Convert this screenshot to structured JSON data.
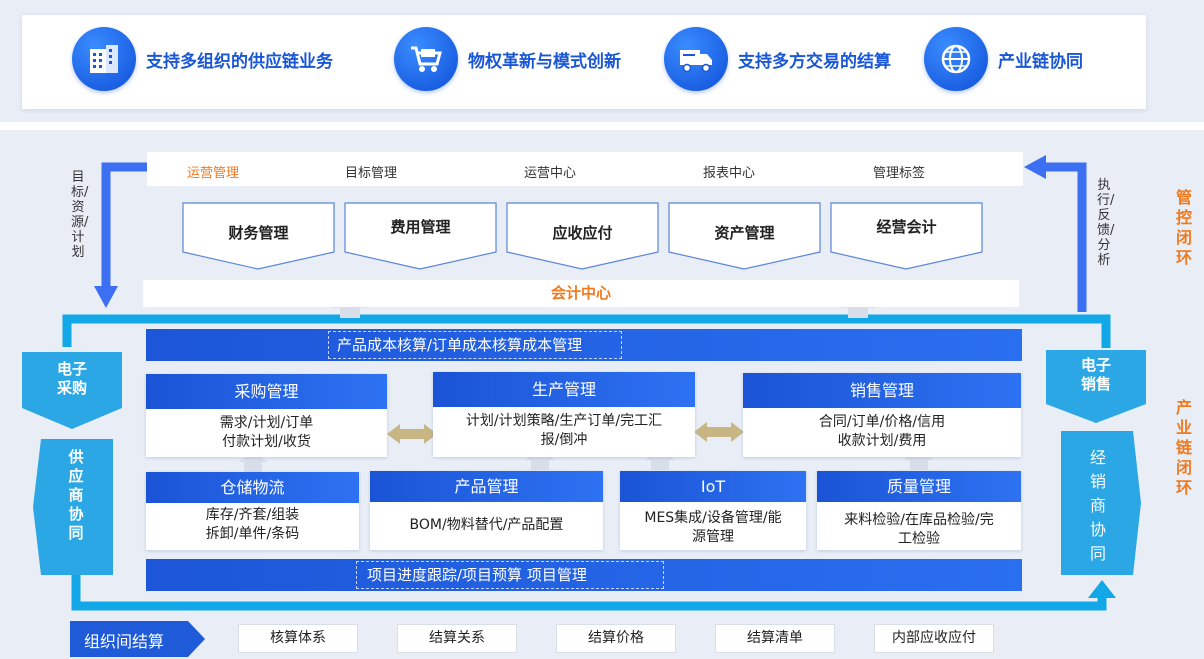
{
  "features": [
    {
      "label": "支持多组织的供应链业务",
      "icon": "buildings-icon"
    },
    {
      "label": "物权革新与模式创新",
      "icon": "cart-icon"
    },
    {
      "label": "支持多方交易的结算",
      "icon": "truck-icon"
    },
    {
      "label": "产业链协同",
      "icon": "globe-icon"
    }
  ],
  "management": {
    "tabs": [
      "运营管理",
      "目标管理",
      "运营中心",
      "报表中心",
      "管理标签"
    ],
    "active_tab_color": "#f07a1f",
    "modules": [
      "财务管理",
      "费用管理",
      "应收应付",
      "资产管理",
      "经营会计"
    ],
    "accounting_center": "会计中心"
  },
  "left_vertical_label": "目标/资源/计划",
  "right_vertical_label": "执行/反馈/分析",
  "loop_labels": {
    "top": "管控闭环",
    "bottom": "产业链闭环"
  },
  "side_modules": {
    "e_procurement": "电子\n采购",
    "supplier_collab": "供\n应\n商\n协\n同",
    "e_sales": "电子\n销售",
    "dealer_collab": "经\n销\n商\n协\n同"
  },
  "cost_bar": {
    "dashed": "产品成本核算/订单成本核算",
    "title": "成本管理"
  },
  "modules": {
    "purchase": {
      "title": "采购管理",
      "body": "需求/计划/订单\n付款计划/收货"
    },
    "production": {
      "title": "生产管理",
      "body": "计划/计划策略/生产订单/完工汇\n报/倒冲"
    },
    "sales": {
      "title": "销售管理",
      "body": "合同/订单/价格/信用\n收款计划/费用"
    },
    "warehouse": {
      "title": "仓储物流",
      "body": "库存/齐套/组装\n拆卸/单件/条码"
    },
    "product": {
      "title": "产品管理",
      "body": "BOM/物料替代/产品配置"
    },
    "iot": {
      "title": "IoT",
      "body": "MES集成/设备管理/能\n源管理"
    },
    "quality": {
      "title": "质量管理",
      "body": "来料检验/在库品检验/完\n工检验"
    }
  },
  "project_bar": {
    "dashed": "项目进度跟踪/项目预算",
    "title": "项目管理"
  },
  "settlement": {
    "title": "组织间结算",
    "items": [
      "核算体系",
      "结算关系",
      "结算价格",
      "结算清单",
      "内部应收应付"
    ]
  },
  "colors": {
    "primary": "#1d56d8",
    "cyan": "#12a8e8",
    "orange": "#f07a1f",
    "light_bg": "#e8edf6"
  }
}
